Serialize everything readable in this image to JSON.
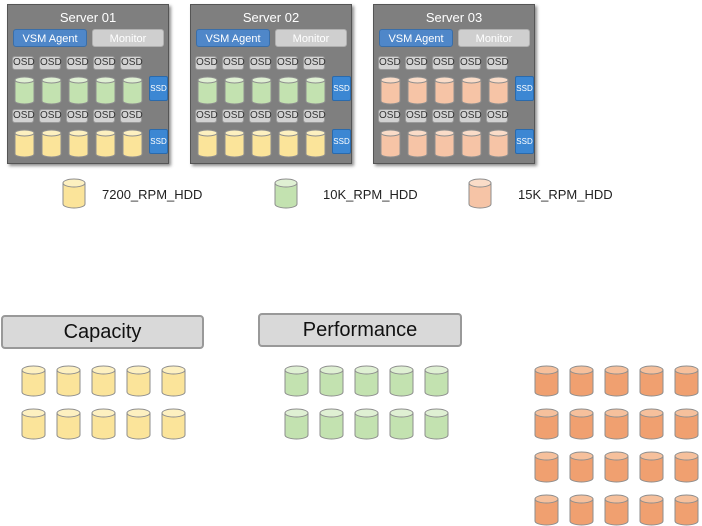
{
  "colors": {
    "hdd_7200": {
      "fill": "#fbe49a",
      "top": "#fdf0c0",
      "stroke": "#8e8e8e"
    },
    "hdd_10k": {
      "fill": "#c3e2b0",
      "top": "#dff0d3",
      "stroke": "#8e8e8e"
    },
    "hdd_15k_light": {
      "fill": "#f6c4a6",
      "top": "#fadcc8",
      "stroke": "#8e8e8e"
    },
    "hdd_15k_dark": {
      "fill": "#f0a070",
      "top": "#f6c09c",
      "stroke": "#8e8e8e"
    },
    "server_bg": "#7f7f7f",
    "agent_button": "#4f87c9",
    "ssd": "#3c87d3"
  },
  "servers": [
    {
      "title": "Server 01",
      "agent_label": "VSM Agent",
      "monitor_label": "Monitor",
      "disk_type": "hdd_10k_and_7200"
    },
    {
      "title": "Server 02",
      "agent_label": "VSM Agent",
      "monitor_label": "Monitor",
      "disk_type": "hdd_10k_and_7200"
    },
    {
      "title": "Server 03",
      "agent_label": "VSM Agent",
      "monitor_label": "Monitor",
      "disk_type": "hdd_15k"
    }
  ],
  "server_tiers": [
    [
      "hdd_10k",
      "hdd_7200"
    ],
    [
      "hdd_10k",
      "hdd_7200"
    ],
    [
      "hdd_15k_light",
      "hdd_15k_light"
    ]
  ],
  "osd_label": "OSD",
  "ssd_label": "SSD",
  "legend": [
    {
      "label": "7200_RPM_HDD",
      "color": "hdd_7200"
    },
    {
      "label": "10K_RPM_HDD",
      "color": "hdd_10k"
    },
    {
      "label": "15K_RPM_HDD",
      "color": "hdd_15k_light"
    }
  ],
  "pools": [
    {
      "label": "Capacity",
      "color": "hdd_7200",
      "rows": 2,
      "cols": 5
    },
    {
      "label": "Performance",
      "color": "hdd_10k",
      "rows": 2,
      "cols": 5
    },
    {
      "label": "",
      "color": "hdd_15k_dark",
      "rows": 4,
      "cols": 5
    }
  ]
}
